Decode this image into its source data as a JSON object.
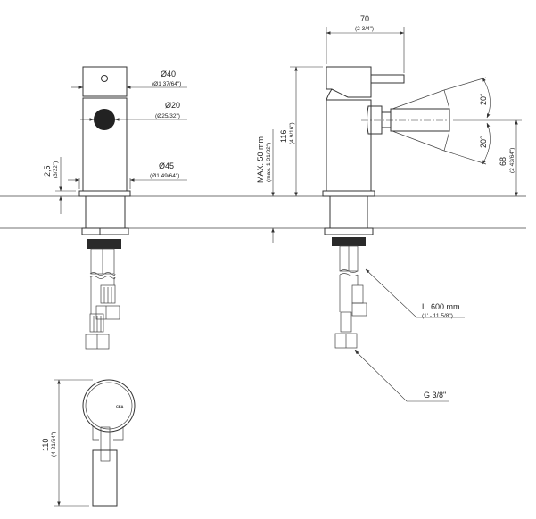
{
  "front_view": {
    "d40": "Ø40",
    "d40_in": "(Ø1 37/64\")",
    "d20": "Ø20",
    "d20_in": "(Ø25/32\")",
    "d45": "Ø45",
    "d45_in": "(Ø1 49/64\")",
    "h25": "2,5",
    "h25_in": "(3/32\")"
  },
  "side_view": {
    "w70": "70",
    "w70_in": "(2 3/4\")",
    "h116": "116",
    "h116_in": "(4 9/16\")",
    "max50": "MAX. 50 mm",
    "max50_in": "(max. 1 31/32\")",
    "angle_top": "20°",
    "angle_bottom": "20°",
    "h68": "68",
    "h68_in": "(2 43/64\")",
    "hose_len": "L. 600 mm",
    "hose_len_in": "(1' - 11 5/8\")",
    "thread": "G 3/8\""
  },
  "top_view": {
    "h110": "110",
    "h110_in": "(4 21/64\")",
    "logo": "CEA"
  }
}
